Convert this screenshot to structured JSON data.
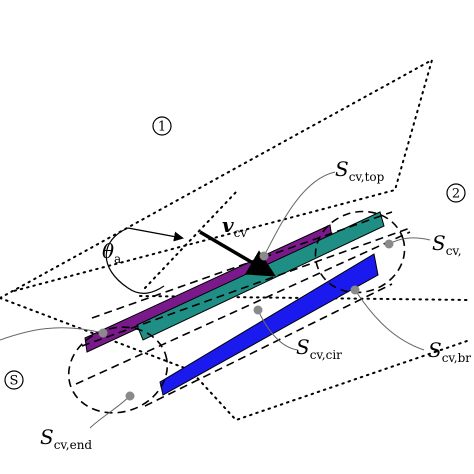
{
  "labels": {
    "region1": "1",
    "region2": "2",
    "regionS": "S",
    "theta_main": "θ",
    "theta_sub": "a",
    "v_main": "v",
    "v_sub": "cv",
    "s_main": "S",
    "top_sub": "cv,top",
    "cir_sub": "cv,cir",
    "br_sub": "cv,br",
    "end_sub": "cv,end",
    "right_sub": "cv,"
  },
  "colors": {
    "purple": "#7a1a8a",
    "teal": "#1f8f86",
    "blue": "#1a1aee",
    "dot": "#8a8a8a"
  }
}
